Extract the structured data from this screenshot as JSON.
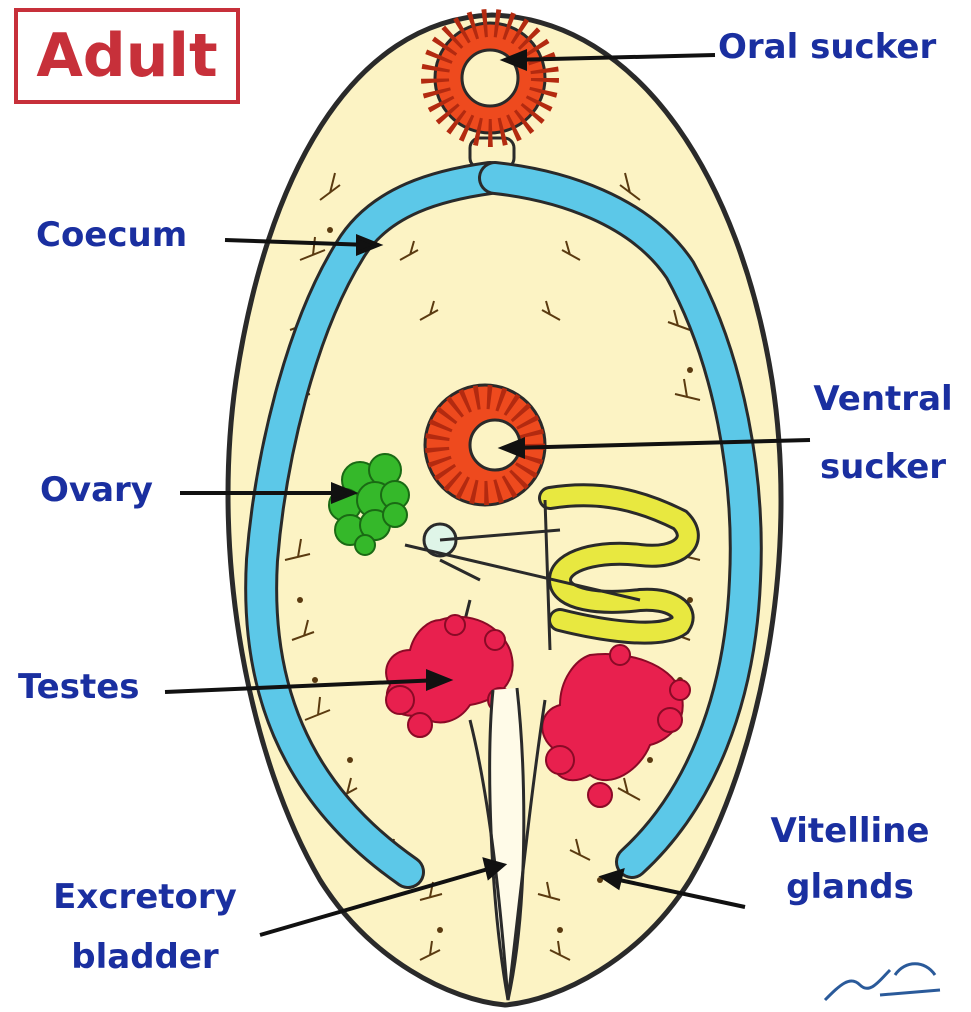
{
  "title": "Adult",
  "labels": {
    "oral_sucker": "Oral sucker",
    "coecum": "Coecum",
    "ventral_sucker_1": "Ventral",
    "ventral_sucker_2": "sucker",
    "ovary": "Ovary",
    "testes": "Testes",
    "vitelline_1": "Vitelline",
    "vitelline_2": "glands",
    "excretory_1": "Excretory",
    "excretory_2": "bladder"
  },
  "colors": {
    "label_text": "#1a2fa0",
    "title_border": "#c7303a",
    "body_fill": "#fcf3c4",
    "body_outline": "#2a2a2a",
    "coecum": "#5cc8e8",
    "sucker": "#ee4a1e",
    "ovary": "#35b82a",
    "testes": "#e8204e",
    "uterus": "#e8e840",
    "vitelline": "#5a3a10"
  }
}
